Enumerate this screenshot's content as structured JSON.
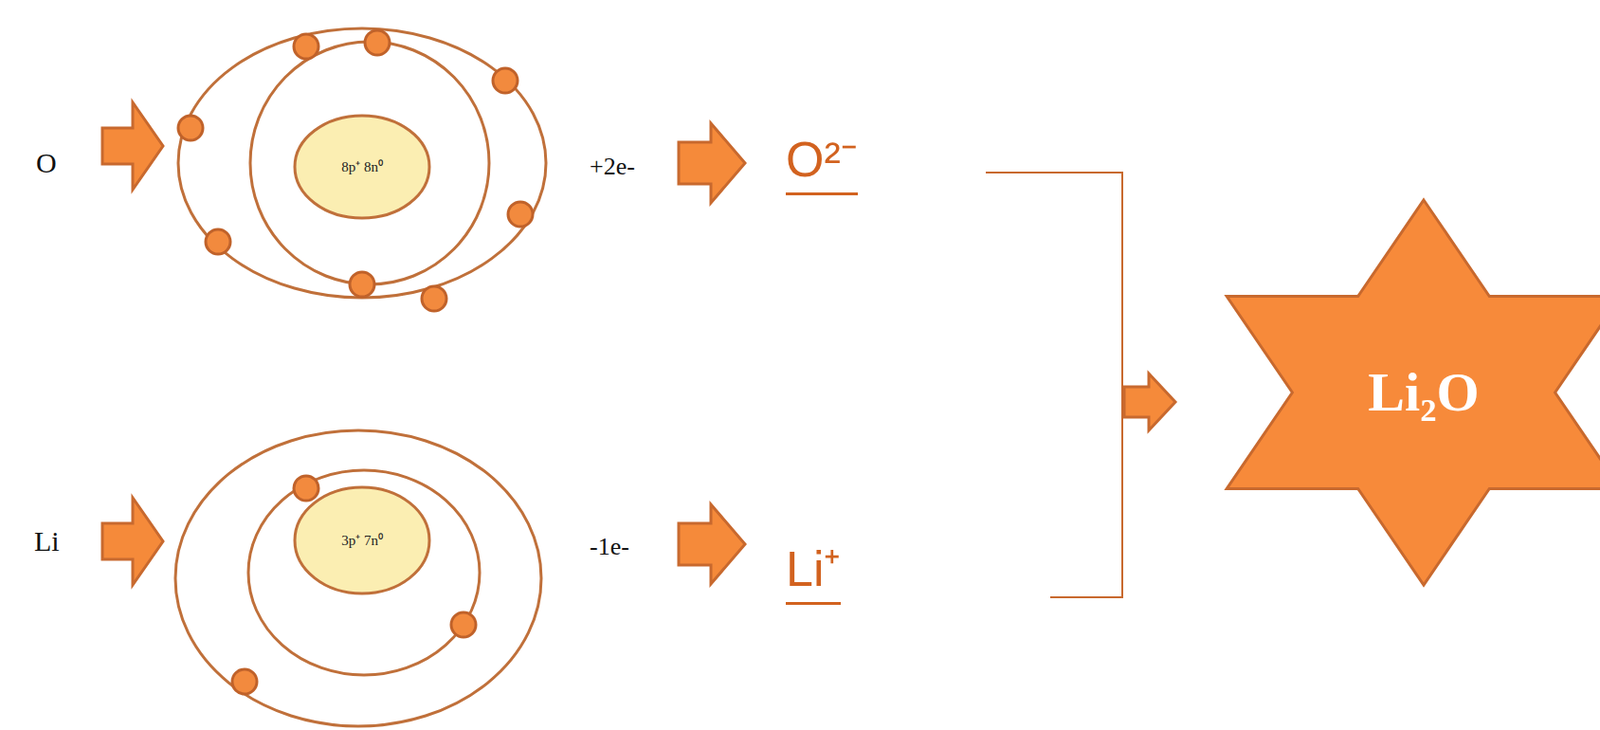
{
  "diagram": {
    "nodes": [
      {
        "text": [
          "8p⁺ 8n⁰"
        ]
      },
      {
        "text": [
          "3p⁺ 7n⁰"
        ]
      },
      {
        "text": [
          "Li₂O"
        ]
      }
    ],
    "labels": [
      "O",
      "+2e-",
      "O²⁻",
      "Li",
      "-1e-",
      "Li⁺"
    ]
  }
}
